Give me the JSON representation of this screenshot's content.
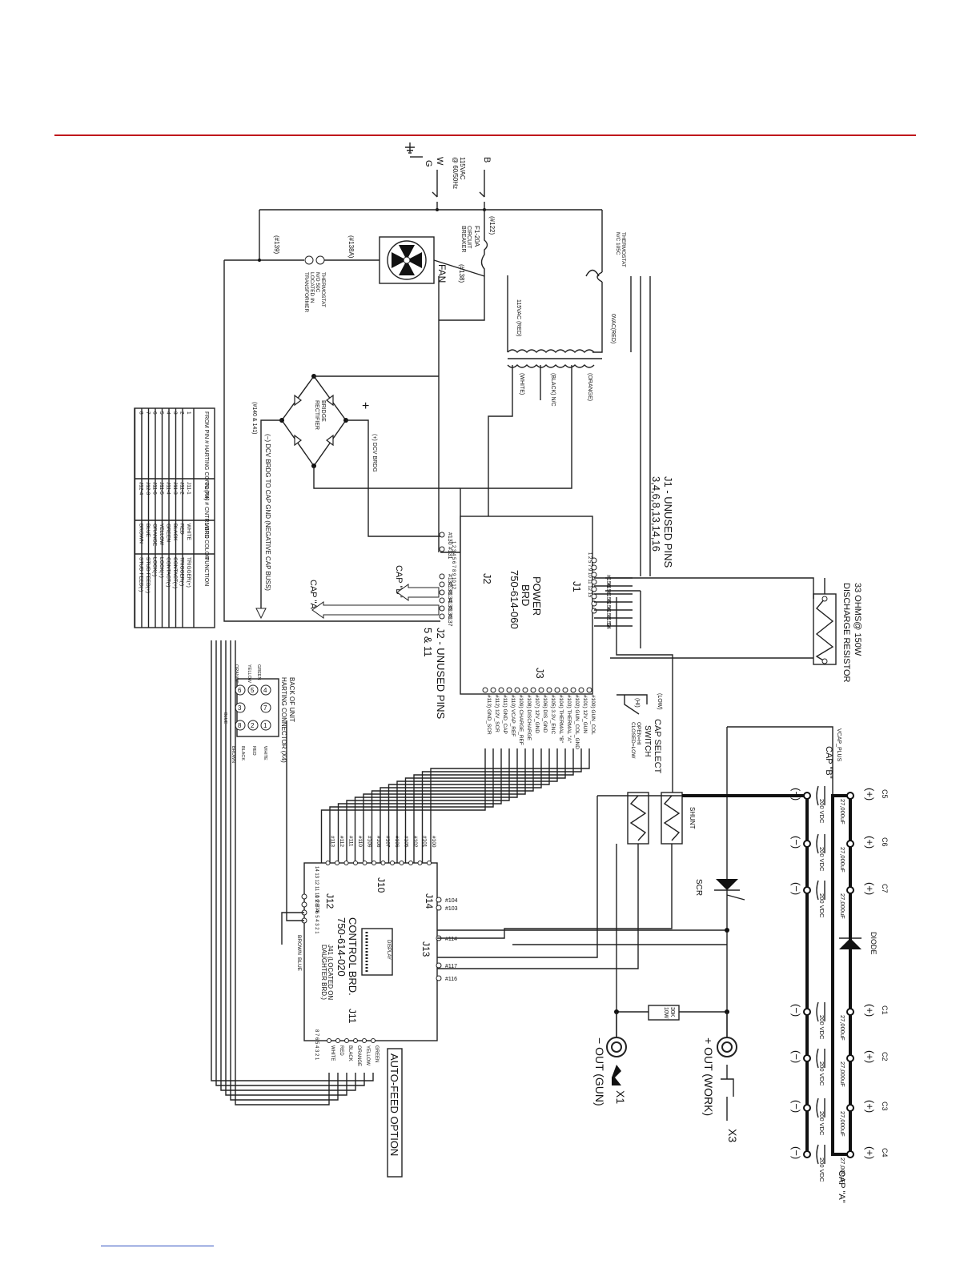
{
  "mains": {
    "B": "B",
    "W": "W",
    "G": "G",
    "supply": "115VAC",
    "freq": "@ 60/50Hz"
  },
  "breaker": {
    "label": "F1-20A",
    "line1": "CIRCUIT",
    "line2": "BREAKER"
  },
  "wires": {
    "w122": "(#122)",
    "w138": "(#138)",
    "w139": "(#139)",
    "w138a": "(#138A)"
  },
  "fan": {
    "label": "FAN"
  },
  "thermostat_top": {
    "line1": "THERMOSTAT",
    "line2": "N/C 105C"
  },
  "thermostat_xfmr": {
    "line1": "THERMOSTAT",
    "line2": "N/O 50C",
    "line3": "LOCATED IN",
    "line4": "TRANSFORMER"
  },
  "transformer": {
    "primary": "115VAC (RED)",
    "secondary": "0VAC(RED)",
    "tap_white": "(WHITE)",
    "tap_black": "(BLACK) N/C",
    "tap_orange": "(ORANGE)"
  },
  "bridge": {
    "line1": "BRIDGE",
    "line2": "RECTIFIER",
    "pos_sign": "+",
    "pos_label": "(+) DCV BRDG",
    "neg_label": "(−) DCV BRDG TO CAP GND (NEGATIVE CAP BUSS)",
    "wires": "(#140 & 141)"
  },
  "j1_unused": {
    "line1": "J1 - UNUSED PINS",
    "line2": "3,4,6,8,13,14,16"
  },
  "discharge": {
    "line1": "33 OHMS@ 150W",
    "line2": "DISCHARGE RESISTOR"
  },
  "power_brd": {
    "line1": "POWER",
    "line2": "BRD",
    "line3": "750-614-060",
    "j1": "J1",
    "j2": "J2",
    "j3": "J3"
  },
  "j1_wires": [
    "#150",
    "#151",
    "#155",
    "#156",
    "#152",
    "#153",
    "54"
  ],
  "j1_pinrow": "1 2 5 7 9 10 11 12 15",
  "j2_wires": [
    "#130",
    "#131",
    "#132",
    "#133",
    "#134",
    "#135",
    "#136",
    "#137"
  ],
  "j2_pinrow": "1 2 3 4 5 6 7 8 9 10 12",
  "j2_unused": {
    "line1": "J2 - UNUSED PINS",
    "line2": "5 & 11"
  },
  "cap_b_arrow": "CAP \"B\"",
  "cap_a_arrow": "CAP \"A\"",
  "j3_signals": [
    "#100) GUN_COL",
    "#101) 12V_GUN",
    "#102) GUN_COL_GND",
    "#103) THERMAL \"A\"",
    "#104) THERMAL \"B\"",
    "#105) 3.3V_ENC",
    "#106) DIS_GND",
    "#107) 12V_GND",
    "#108) DISCHARGE",
    "#109) CHARGE_REF",
    "#110) VCAP_REF",
    "#111) GND_CAP",
    "#112) 12V_SCR",
    "#113) GND_SCR"
  ],
  "cap_select": {
    "label": "CAP SELECT",
    "line2": "SWITCH",
    "open": "OPEN=HI",
    "closed": "CLOSED=LOW",
    "low": "(LOW)",
    "hi": "(HI)"
  },
  "table": {
    "headers": [
      "FROM PIN # HARTING CONN.(X4)",
      "TO PIN # CNTRL BRD",
      "WIRE COLOR",
      "FUNCTION"
    ],
    "rows": [
      [
        "1",
        "J11-1",
        "WHITE",
        "TRIGGER(+)"
      ],
      [
        "2",
        "J11-2",
        "RED",
        "TRIGGER(-)"
      ],
      [
        "3",
        "J11-3",
        "BLACK",
        "CONTACT(+)"
      ],
      [
        "4",
        "J11-4",
        "GREEN",
        "CONTACT(-)"
      ],
      [
        "5",
        "J11-5",
        "YELLOW",
        "LOCK(+)"
      ],
      [
        "6",
        "J11-6",
        "ORANGE",
        "LOCK(-)"
      ],
      [
        "7",
        "J12-3",
        "BLUE",
        "STUD FEED(+)"
      ],
      [
        "8",
        "J12-4",
        "BROWN",
        "STUD FEED(-)"
      ]
    ]
  },
  "harting": {
    "line1": "BACK OF UNIT",
    "line2": "HARTING CONNECTOR (X4)",
    "pins": [
      "4",
      "5",
      "6",
      "8",
      "1",
      "2",
      "3",
      "7"
    ],
    "colors": [
      "GREEN",
      "YELLOW",
      "ORANGE",
      "BLUE",
      "WHITE",
      "RED",
      "BLACK",
      "BROWN"
    ]
  },
  "control_brd": {
    "line1": "CONTROL BRD.",
    "line2": "750-614-020",
    "display": "DISPLAY",
    "j10": "J10",
    "j11": "J11",
    "j12": "J12",
    "j13": "J13",
    "j14": "J14",
    "j41": "J41 (LOCATED ON",
    "j41b": "DAUGHTER BRD.)"
  },
  "j10_wires": [
    "#100",
    "#101",
    "#102",
    "#105",
    "#106",
    "#107",
    "#108",
    "#109",
    "#110",
    "#111",
    "#112",
    "#113"
  ],
  "j10_pinrow": "14 13 12 11 10 9 8 7 6 5 4 3 2 1",
  "j12_pinrow": "1 2 3 4",
  "j12_wires": [
    "BROWN",
    "BLUE"
  ],
  "j14_wires": [
    "#104",
    "#103"
  ],
  "j13_wires": [
    "#114",
    "#117",
    "#116"
  ],
  "j11_pinrow": "8 7 6 5 4 3 2 1",
  "j11_wires": [
    "GREEN",
    "YELLOW",
    "ORANGE",
    "BLACK",
    "RED",
    "WHITE"
  ],
  "auto_feed": "AUTO-FEED OPTION",
  "vcap_plus": "VCAP_PLUS",
  "cap_b_label": "CAP \"B\"",
  "cap_a_label": "CAP \"A\"",
  "shunt": "SHUNT",
  "scr": "SCR",
  "diode": "DIODE",
  "resistor_30k": {
    "line1": "30K",
    "line2": "10W"
  },
  "out_work": "+ OUT (WORK)",
  "out_gun": "− OUT (GUN)",
  "x1": "X1",
  "x3": "X3",
  "capacitors": [
    {
      "name": "C5",
      "value": "27,000uF",
      "voltage": "200 VDC"
    },
    {
      "name": "C6",
      "value": "27,000uF",
      "voltage": "200 VDC"
    },
    {
      "name": "C7",
      "value": "27,000uF",
      "voltage": "200 VDC"
    },
    {
      "name": "C1",
      "value": "27,000uF",
      "voltage": "200 VDC"
    },
    {
      "name": "C2",
      "value": "27,000uF",
      "voltage": "200 VDC"
    },
    {
      "name": "C3",
      "value": "27,000uF",
      "voltage": "200 VDC"
    },
    {
      "name": "C4",
      "value": "27,000uF",
      "voltage": "200 VDC"
    }
  ],
  "plus_sign": "(+)",
  "minus_sign": "(−)"
}
